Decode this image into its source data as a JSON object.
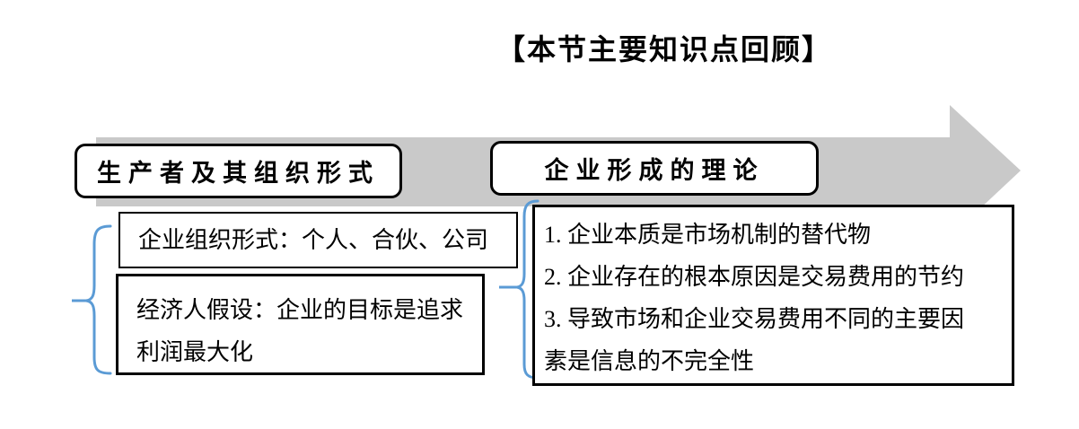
{
  "title": "【本节主要知识点回顾】",
  "flow": {
    "left_header": "生产者及其组织形式",
    "right_header": "企业形成的理论"
  },
  "left_column": {
    "box1_text": "企业组织形式：个人、合伙、公司",
    "box2_text": "经济人假设：企业的目标是追求利润最大化"
  },
  "right_box": {
    "items": [
      "1. 企业本质是市场机制的替代物",
      "2. 企业存在的根本原因是交易费用的节约",
      "3. 导致市场和企业交易费用不同的主要因素是信息的不完全性"
    ]
  },
  "colors": {
    "arrow_gray": "#c9c9c9",
    "brace_blue": "#5b9bd5",
    "border_black": "#000000"
  }
}
